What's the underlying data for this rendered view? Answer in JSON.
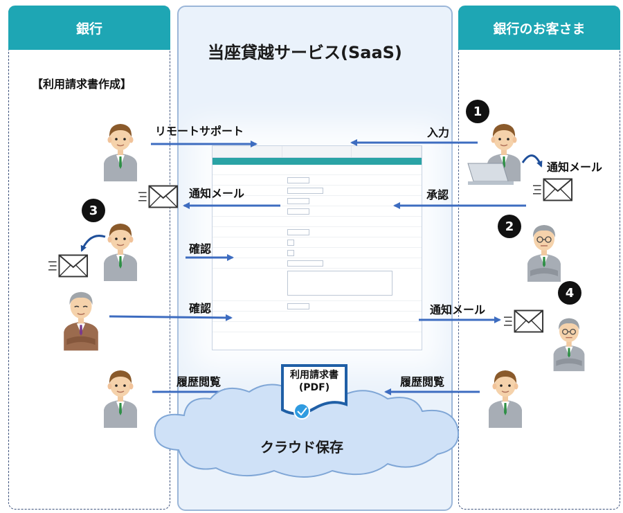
{
  "columns": {
    "bank": {
      "header": "銀行",
      "subtitle": "【利用請求書作成】"
    },
    "service": {
      "title": "当座貸越サービス(SaaS)"
    },
    "customer": {
      "header": "銀行のお客さま"
    }
  },
  "flows": {
    "remote_support": "リモートサポート",
    "input": "入力",
    "notify_mail_1": "通知メール",
    "approve": "承認",
    "notify_mail_2": "通知メール",
    "confirm_1": "確認",
    "confirm_2": "確認",
    "notify_mail_3": "通知メール",
    "history_bank": "履歴閲覧",
    "history_customer": "履歴閲覧"
  },
  "badges": {
    "b1": "1",
    "b2": "2",
    "b3": "3",
    "b4": "4"
  },
  "storage": {
    "document_line1": "利用請求書",
    "document_line2": "(PDF)",
    "cloud": "クラウド保存"
  },
  "colors": {
    "header_bg": "#1ea6b4",
    "arrow": "#3d6cc0",
    "panel_bg": "#eaf2fb",
    "cloud": "#cfe1f7"
  }
}
